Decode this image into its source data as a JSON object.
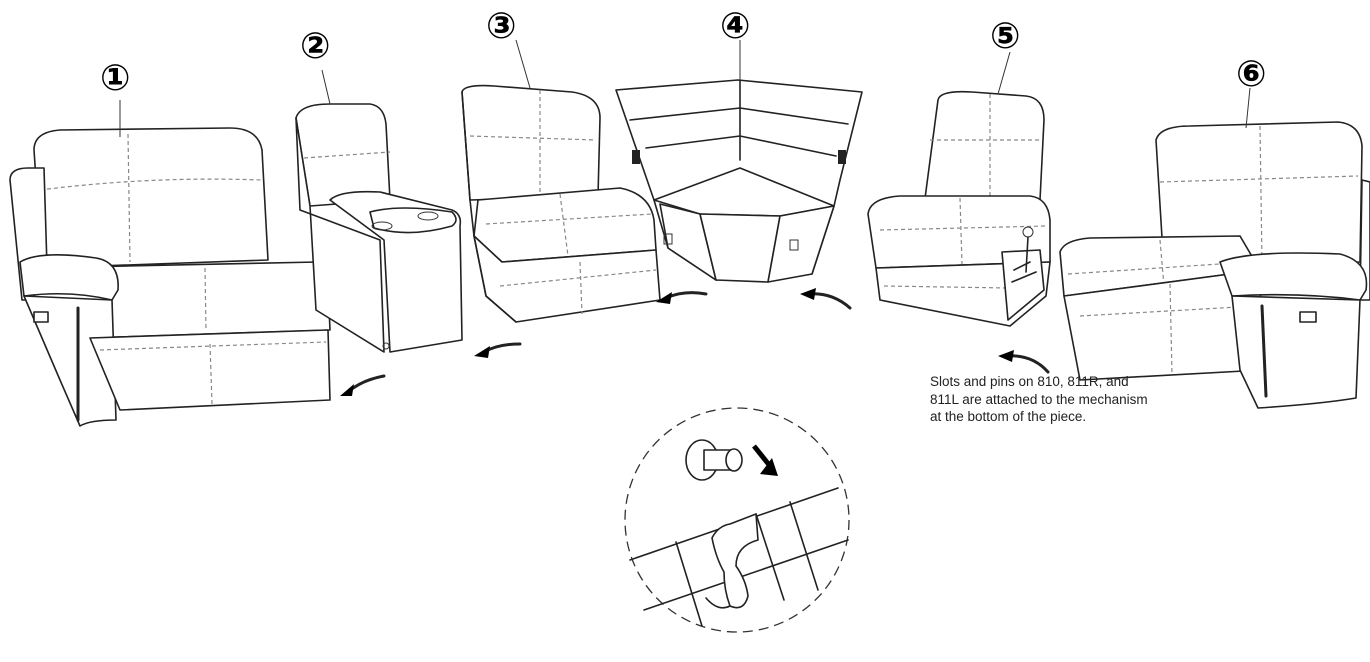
{
  "diagram": {
    "pieces": [
      {
        "label": "①",
        "name": "recliner-left"
      },
      {
        "label": "②",
        "name": "console"
      },
      {
        "label": "③",
        "name": "armless-chair"
      },
      {
        "label": "④",
        "name": "corner-wedge"
      },
      {
        "label": "⑤",
        "name": "armless-chair-slots"
      },
      {
        "label": "⑥",
        "name": "recliner-right"
      }
    ],
    "caption": "Slots and pins on 810, 811R, and 811L are attached to the mechanism at the bottom of the piece.",
    "icons": [
      "arrow-icon",
      "pin-icon",
      "slot-icon",
      "magnifier-circle-icon"
    ]
  }
}
